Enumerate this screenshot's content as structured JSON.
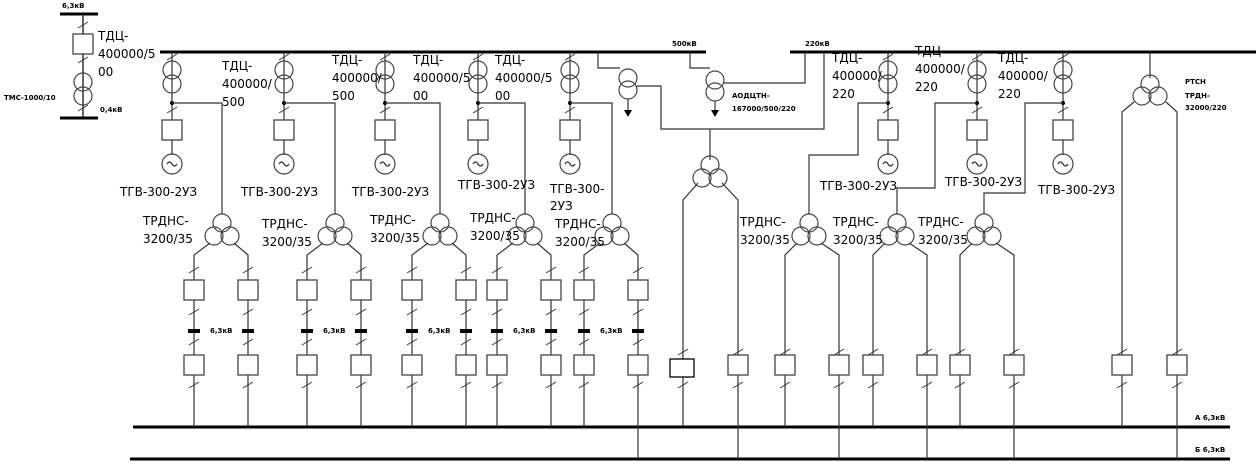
{
  "buses": {
    "b500": "500кВ",
    "b220": "220кВ",
    "aux_top": "6,3кВ",
    "aux_bottom": "0,4кВ",
    "sec_a": "А 6,3кВ",
    "sec_b": "Б 6,3кВ"
  },
  "aux_transformer": "ТМС-1000/10",
  "units_500": [
    {
      "transformer": [
        "ТДЦ-",
        "400000/5",
        "00"
      ],
      "generator": [
        "ТГВ-300-2УЗ"
      ],
      "aux": [
        "ТРДНС-",
        "3200/35"
      ],
      "section": "6,3кВ"
    },
    {
      "transformer": [
        "ТДЦ-",
        "400000/",
        "500"
      ],
      "generator": [
        "ТГВ-300-2УЗ"
      ],
      "aux": [
        "ТРДНС-",
        "3200/35"
      ],
      "section": "6,3кВ"
    },
    {
      "transformer": [
        "ТДЦ-",
        "400000/",
        "500"
      ],
      "generator": [
        "ТГВ-300-2УЗ"
      ],
      "aux": [
        "ТРДНС-",
        "3200/35"
      ],
      "section": "6,3кВ"
    },
    {
      "transformer": [
        "ТДЦ-",
        "400000/5",
        "00"
      ],
      "generator": [
        "ТГВ-300-2УЗ"
      ],
      "aux": [
        "ТРДНС-",
        "3200/35"
      ],
      "section": "6,3кВ"
    },
    {
      "transformer": [
        "ТДЦ-",
        "400000/5",
        "00"
      ],
      "generator": [
        "ТГВ-300-",
        "2УЗ"
      ],
      "aux": [
        "ТРДНС-",
        "3200/35"
      ],
      "section": "6,3кВ"
    }
  ],
  "autotransformer": [
    "АОДЦТН-",
    "167000/500/220"
  ],
  "units_220": [
    {
      "transformer": [
        "ТДЦ-",
        "400000/",
        "220"
      ],
      "generator": [
        "ТГВ-300-2УЗ"
      ],
      "aux": [
        "ТРДНС-",
        "3200/35"
      ]
    },
    {
      "transformer": [
        "ТДЦ-",
        "400000/",
        "220"
      ],
      "generator": [
        "ТГВ-300-2УЗ"
      ],
      "aux": [
        "ТРДНС-",
        "3200/35"
      ]
    },
    {
      "transformer": [
        "ТДЦ-",
        "400000/",
        "220"
      ],
      "generator": [
        "ТГВ-300-2УЗ"
      ],
      "aux": [
        "ТРДНС-",
        "3200/35"
      ]
    }
  ],
  "rtsn": {
    "label": "РТСН",
    "transformer": [
      "ТРДН-",
      "32000/220"
    ]
  }
}
